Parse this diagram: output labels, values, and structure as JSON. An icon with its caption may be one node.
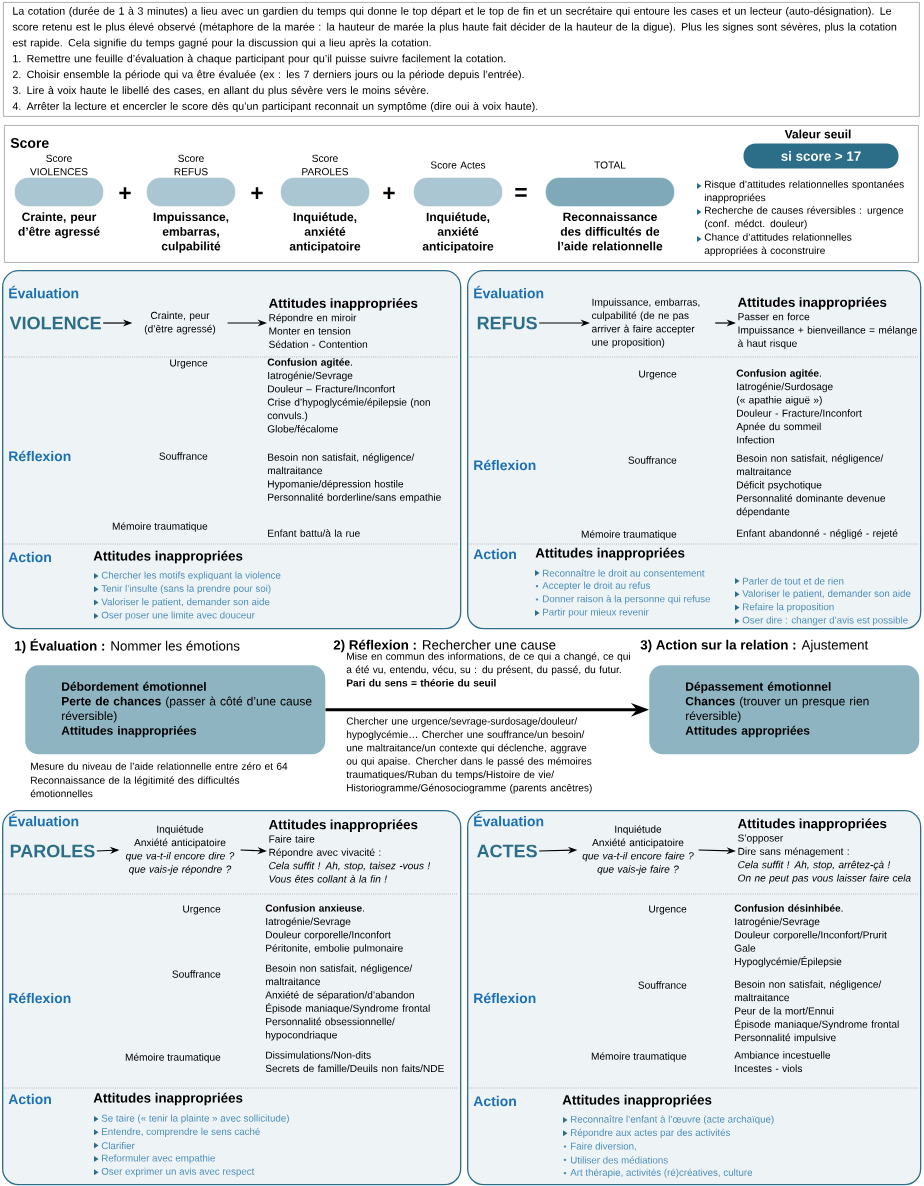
{
  "diagram": {
    "nodes": [
      {
        "text": [
          "La cotation (durée de 1 à 3 minutes) a lieu avec un gardien du temps qui donne le top départ et le top de fin et un secrétaire qui entoure les cases et un lecteur (auto-désignation). Le score retenu est le plus élevé observé (métaphore de la marée : la hauteur de marée la plus haute fait décider de la hauteur de la digue). Plus les signes sont sévères, plus la cotation est rapide. Cela signifie du temps gagné pour la discussion qui a lieu après la cotation.",
          "1. Remettre une feuille d’évaluation à chaque participant pour qu’il puisse suivre facilement la cotation.",
          "2. Choisir ensemble la période qui va être évaluée (ex : les 7 derniers jours ou la période depuis l’entrée).",
          "3. Lire à voix haute le libellé des cases, en allant du plus sévère vers le moins sévère.",
          "4. Arrêter la lecture et encercler le score dès qu’un participant reconnait un symptôme (dire oui à voix haute)."
        ]
      },
      {
        "text": [
          "Score"
        ]
      },
      {
        "text": [
          "Score VIOLENCES",
          "Crainte, peur d’être agressé"
        ],
        "in": 1
      },
      {
        "text": [
          "Score REFUS",
          "Impuissance, embarras, culpabilité"
        ],
        "in": 1
      },
      {
        "text": [
          "Score PAROLES",
          "Inquiétude, anxiété anticipatoire"
        ],
        "in": 1
      },
      {
        "text": [
          "Score Actes",
          "Inquiétude, anxiété anticipatoire"
        ],
        "in": 1
      },
      {
        "text": [
          "TOTAL",
          "Reconnaissance des difficultés de l’aide relationnelle"
        ],
        "in": 1
      },
      {
        "text": [
          "Valeur seuil",
          "si score > 17"
        ],
        "in": 1,
        "beside": [
          "Risque d’attitudes relationnelles spontanées inappropriées",
          "Recherche de causes réversibles : urgence (conf. médct. douleur)",
          "Chance d’attitudes relationnelles appropriées à coconstruire"
        ]
      },
      {
        "text": [
          "Évaluation",
          "Réflexion",
          "Action",
          "Urgence",
          "Souffrance",
          "Mémoire traumatique",
          "Attitudes inappropriées",
          "**Confusion agitée**.",
          "Iatrogénie/Sevrage",
          "Douleur – Fracture/Inconfort",
          "Crise d’hypoglycémie/épilepsie (non convuls.)",
          "Globe/fécalome",
          "Besoin non satisfait, négligence/ maltraitance",
          "Hypomanie/dépression hostile",
          "Personnalité borderline/sans empathie",
          "Enfant battu/à la rue",
          "Chercher les motifs expliquant la violence",
          "Tenir l’insulte (sans la prendre pour soi)",
          "Valoriser le patient, demander son aide",
          "Oser poser une limite avec douceur"
        ]
      },
      {
        "text": [
          "VIOLENCE"
        ],
        "in": 8
      },
      {
        "text": [
          "Crainte, peur (d’être agressé)"
        ],
        "in": 8
      },
      {
        "text": [
          "Attitudes inappropriées",
          "Répondre en miroir",
          "Monter en tension",
          "Sédation - Contention"
        ],
        "in": 8
      },
      {
        "text": [
          "Évaluation",
          "Réflexion",
          "Action",
          "Urgence",
          "Souffrance",
          "Mémoire traumatique",
          "Attitudes inappropriées",
          "**Confusion agitée**.",
          "Iatrogénie/Surdosage",
          "(« apathie aiguë »)",
          "Douleur - Fracture/Inconfort",
          "Apnée du sommeil",
          "Infection",
          "Besoin non satisfait, négligence/ maltraitance",
          "Déficit psychotique",
          "Personnalité dominante devenue dépendante",
          "Enfant abandonné - négligé - rejeté",
          "Reconnaître le droit au consentement",
          "Accepter le droit au refus",
          "Donner raison à la personne qui refuse",
          "Partir pour mieux revenir",
          "Parler de tout et de rien",
          "Valoriser le patient, demander son aide",
          "Refaire la proposition",
          "Oser dire : changer d’avis est possible"
        ]
      },
      {
        "text": [
          "REFUS"
        ],
        "in": 12
      },
      {
        "text": [
          "Impuissance, embarras, culpabilité (de ne pas arriver à faire accepter une proposition)"
        ],
        "in": 12
      },
      {
        "text": [
          "Attitudes inappropriées",
          "Passer en force",
          "Impuissance + bienveillance = mélange à haut risque"
        ],
        "in": 12
      },
      {
        "text": [
          "Débordement émotionnel",
          "**Perte de chances** (passer à côté d’une cause réversible)",
          "Attitudes inappropriées"
        ],
        "beside": [
          "Mesure du niveau de l’aide relationnelle entre zéro et 64",
          "Reconnaissance de la légitimité des difficultés émotionnelles"
        ]
      },
      {
        "text": [
          "Dépassement émotionnel",
          "**Chances** (trouver un presque rien réversible)",
          "Attitudes appropriées"
        ]
      },
      {
        "text": [
          "Évaluation",
          "Réflexion",
          "Action",
          "Urgence",
          "Souffrance",
          "Mémoire traumatique",
          "Attitudes inappropriées",
          "**Confusion anxieuse**.",
          "Iatrogénie/Sevrage",
          "Douleur corporelle/Inconfort",
          "Péritonite, embolie pulmonaire",
          "Besoin non satisfait, négligence/ maltraitance",
          "Anxiété de séparation/d’abandon",
          "Épisode maniaque/Syndrome frontal",
          "Personnalité obsessionnelle/ hypocondriaque",
          "Dissimulations/Non-dits",
          "Secrets de famille/Deuils non faits/NDE",
          "Se taire (« tenir la plainte » avec sollicitude)",
          "Entendre, comprendre le sens caché",
          "Clarifier",
          "Reformuler avec empathie",
          "Oser exprimer un avis avec respect"
        ]
      },
      {
        "text": [
          "PAROLES"
        ],
        "in": 18
      },
      {
        "text": [
          "Inquiétude",
          "Anxiété anticipatoire",
          "que va-t-il encore dire ?",
          "que vais-je répondre ?"
        ],
        "in": 18
      },
      {
        "text": [
          "Attitudes inappropriées",
          "Faire taire",
          "Répondre avec vivacité :",
          "Cela suffit ! Ah, stop, taisez -vous !",
          "Vous êtes collant à la fin !"
        ],
        "in": 18
      },
      {
        "text": [
          "Évaluation",
          "Réflexion",
          "Action",
          "Urgence",
          "Souffrance",
          "Mémoire traumatique",
          "Attitudes inappropriées",
          "**Confusion désinhibée**.",
          "Iatrogénie/Sevrage",
          "Douleur corporelle/Inconfort/Prurit",
          "Gale",
          "Hypoglycémie/Épilepsie",
          "Besoin non satisfait, négligence/ maltraitance",
          "Peur de la mort/Ennui",
          "Épisode maniaque/Syndrome frontal",
          "Personnalité impulsive",
          "Ambiance incestuelle",
          "Incestes - viols",
          "Reconnaître l’enfant à l’œuvre (acte archaïque)",
          "Répondre aux actes par des activités",
          "Faire diversion,",
          "Utiliser des médiations",
          "Art thérapie, activités (ré)créatives, culture"
        ]
      },
      {
        "text": [
          "ACTES"
        ],
        "in": 22
      },
      {
        "text": [
          "Inquiétude",
          "Anxiété anticipatoire",
          "que va-t-il encore faire ?",
          "que vais-je faire ?"
        ],
        "in": 22
      },
      {
        "text": [
          "Attitudes inappropriées",
          "S’opposer",
          "Dire sans ménagement :",
          "Cela suffit ! Ah, stop, arrêtez-çà !",
          "On ne peut pas vous laisser faire cela"
        ],
        "in": 22
      }
    ],
    "edges": [
      {
        "from": 9,
        "to": 10,
        "arrow": "to"
      },
      {
        "from": 10,
        "to": 11,
        "arrow": "to"
      },
      {
        "from": 13,
        "to": 14,
        "arrow": "to"
      },
      {
        "from": 14,
        "to": 15,
        "arrow": "to"
      },
      {
        "from": 16,
        "to": 17,
        "arrow": "to",
        "style": "thick"
      },
      {
        "from": 19,
        "to": 20,
        "arrow": "to"
      },
      {
        "from": 20,
        "to": 21,
        "arrow": "to"
      },
      {
        "from": 23,
        "to": 24,
        "arrow": "to"
      },
      {
        "from": 24,
        "to": 25,
        "arrow": "to"
      }
    ],
    "labels": [
      "+",
      "+",
      "+",
      "=",
      "**1) Évaluation :** Nommer les émotions",
      "**2) Réflexion :** Rechercher une cause",
      "**3) Action sur la relation :** Ajustement",
      "Mise en commun des informations, de ce qui a changé, ce qui a été vu, entendu, vécu, su : du présent, du passé, du futur. **Pari du sens = théorie du seuil**",
      "Chercher une urgence/sevrage-surdosage/douleur/ hypoglycémie… Chercher une souffrance/un besoin/ une maltraitance/un contexte qui déclenche, aggrave ou qui apaise. Chercher dans le passé des mémoires traumatiques/Ruban du temps/Histoire de vie/ Historiogramme/Génosociogramme (parents ancêtres)"
    ]
  }
}
